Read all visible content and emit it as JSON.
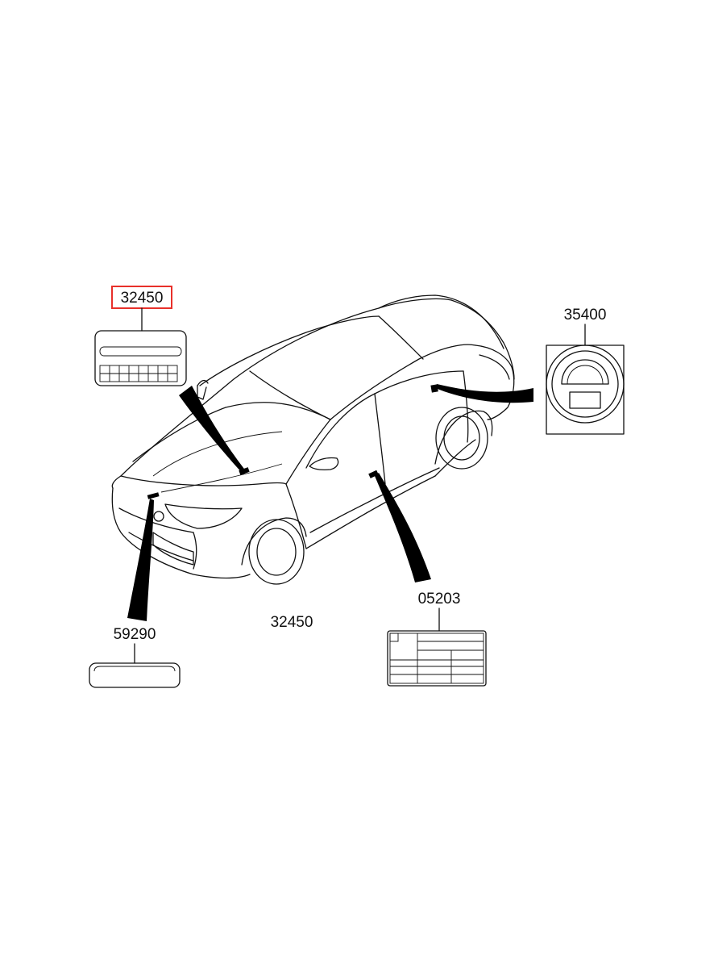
{
  "callouts": {
    "part_top_left": "32450",
    "part_top_right": "35400",
    "part_center": "32450",
    "part_bottom_left": "59290",
    "part_bottom_right": "05203"
  },
  "highlight_color": "#e8302a"
}
